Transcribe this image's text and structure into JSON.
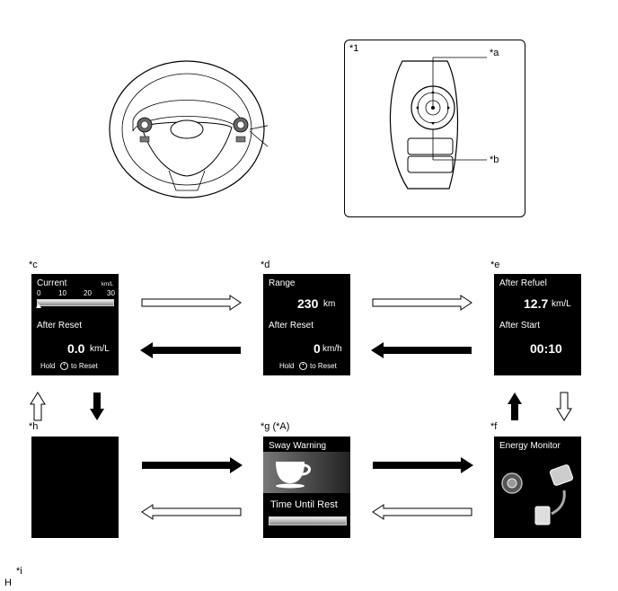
{
  "labels": {
    "inset": "*1",
    "a": "*a",
    "b": "*b",
    "c": "*c",
    "d": "*d",
    "e": "*e",
    "f": "*f",
    "g": "*g (*A)",
    "h": "*h",
    "i": "*i",
    "H": "H"
  },
  "screen_c": {
    "title": "Current",
    "unit": "km/L",
    "ticks": [
      "0",
      "10",
      "20",
      "30"
    ],
    "sub": "After Reset",
    "value": "0.0",
    "value_unit": "km/L",
    "hold": "Hold",
    "to_reset": "to Reset"
  },
  "screen_d": {
    "title": "Range",
    "value": "230",
    "value_unit": "km",
    "sub": "After Reset",
    "value2": "0",
    "value2_unit": "km/h",
    "hold": "Hold",
    "to_reset": "to Reset"
  },
  "screen_e": {
    "title": "After Refuel",
    "value": "12.7",
    "value_unit": "km/L",
    "sub": "After Start",
    "value2": "00:10"
  },
  "screen_f": {
    "title": "Energy Monitor"
  },
  "screen_g": {
    "title": "Sway Warning",
    "sub": "Time Until Rest"
  }
}
